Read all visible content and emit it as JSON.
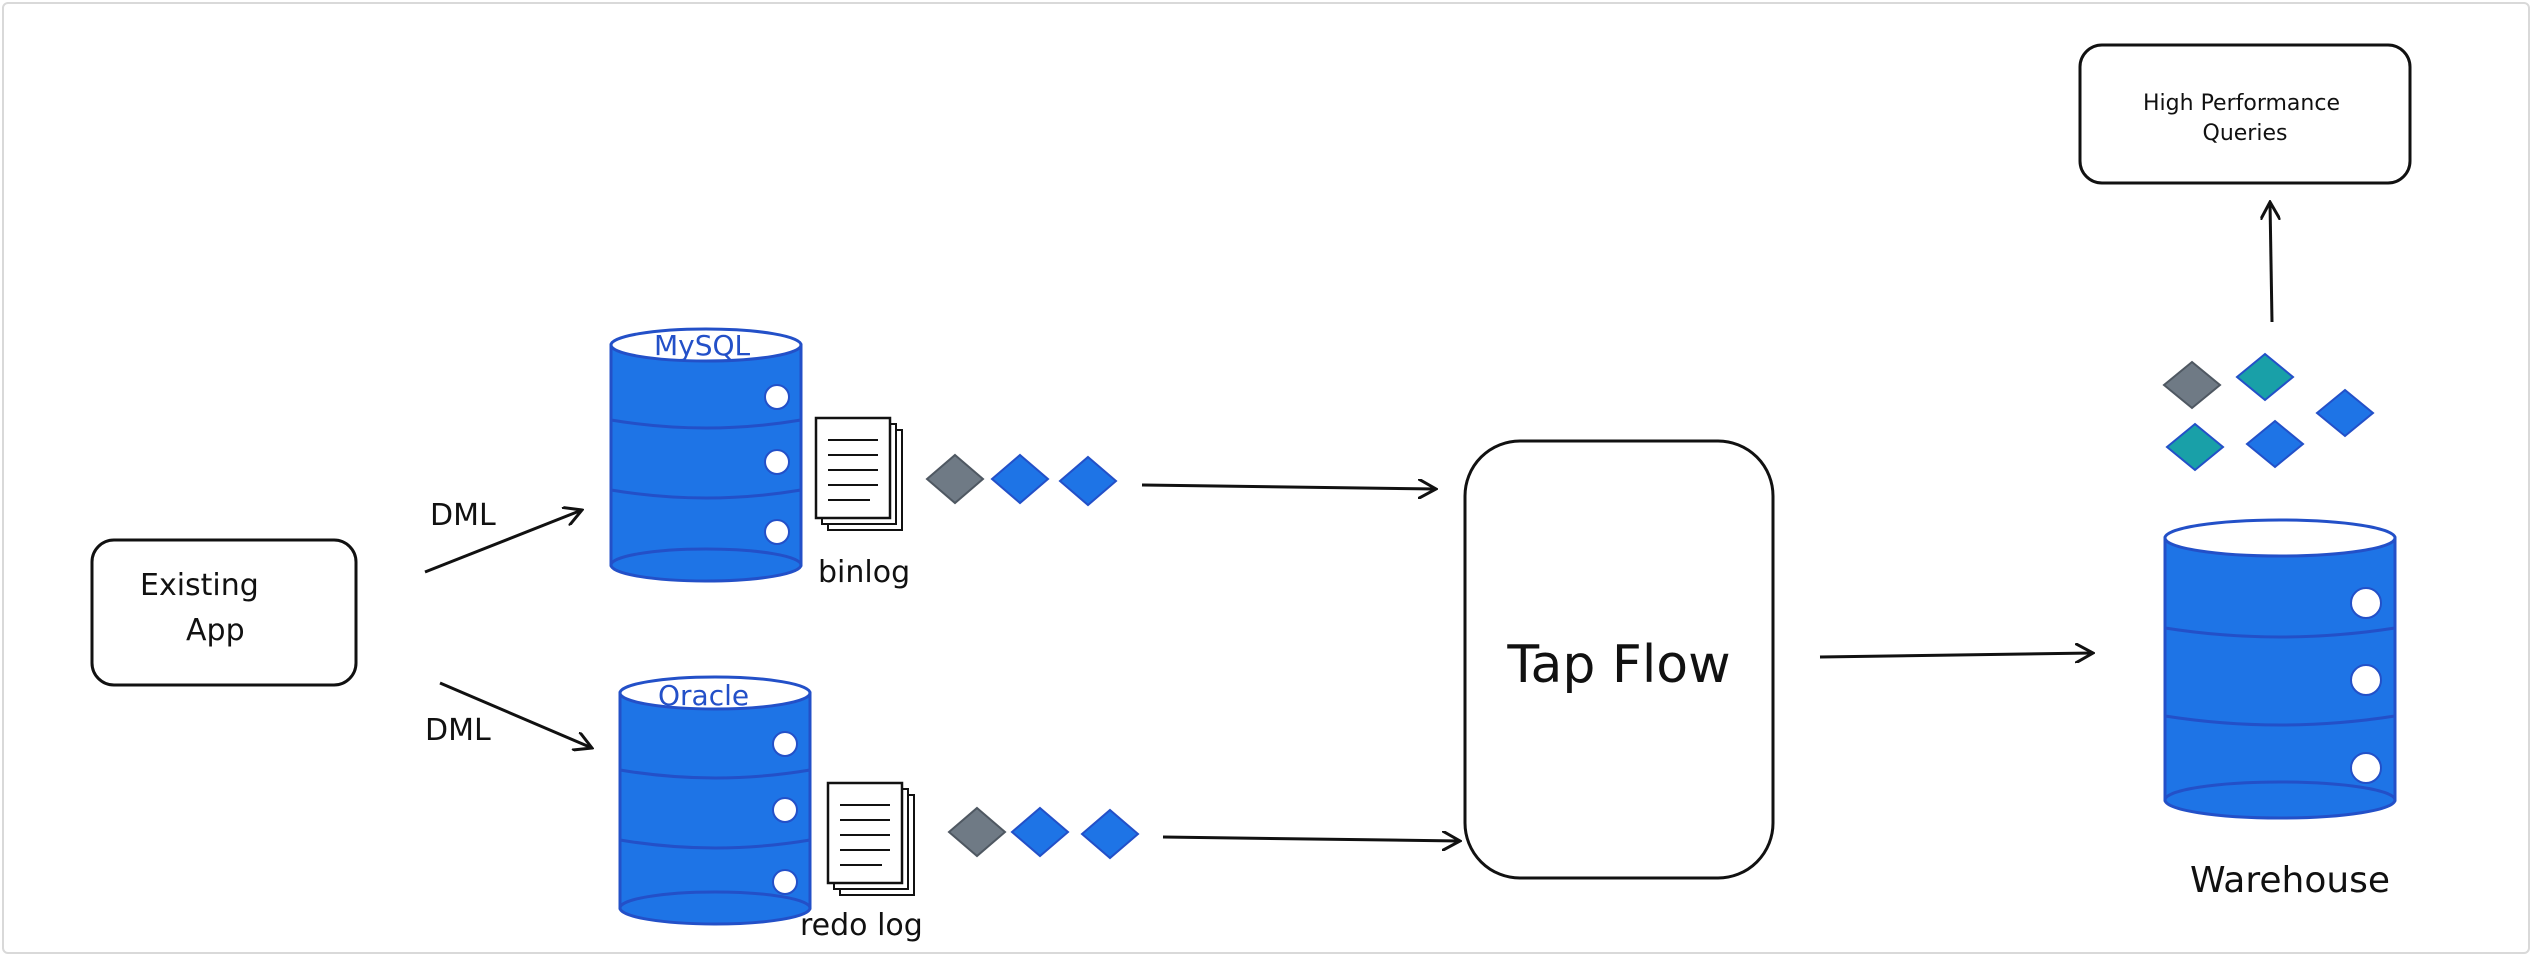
{
  "diagram": {
    "nodes": {
      "existing_app": "Existing\nApp",
      "mysql": "MySQL",
      "oracle": "Oracle",
      "tap_flow": "Tap Flow",
      "warehouse": "Warehouse",
      "queries": "High Performance\nQueries"
    },
    "edges": {
      "dml_top": "DML",
      "dml_bottom": "DML"
    },
    "logs": {
      "binlog": "binlog",
      "redo": "redo log"
    }
  },
  "colors": {
    "db_blue": "#1e74e6",
    "db_stroke": "#2350c8",
    "label_blue": "#2350c8",
    "gray_diamond": "#6f7a85",
    "blue_diamond": "#1e74e6",
    "teal_diamond": "#19a0a8"
  }
}
